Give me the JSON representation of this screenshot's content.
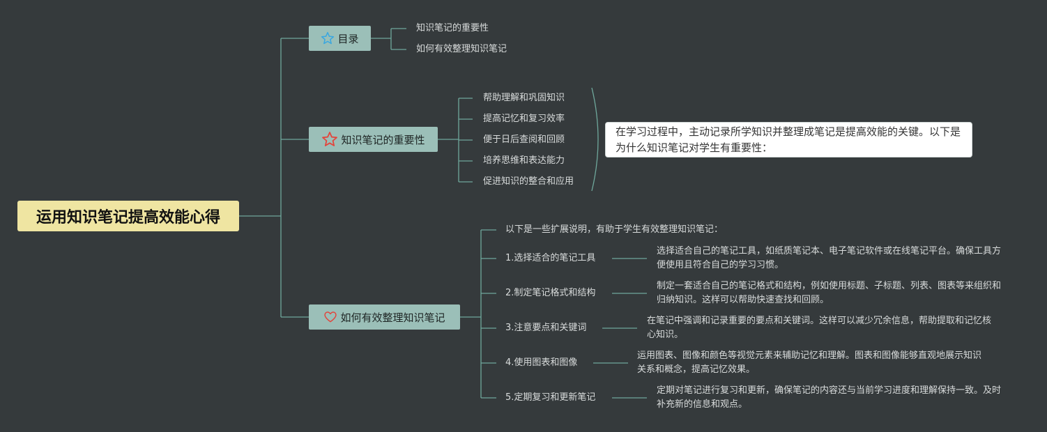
{
  "root": {
    "title": "运用知识笔记提高效能心得"
  },
  "branches": {
    "toc": {
      "label": "目录",
      "icon": "star-outline-icon",
      "icon_color": "#3aa7e0",
      "items": [
        "知识笔记的重要性",
        "如何有效整理知识笔记"
      ]
    },
    "importance": {
      "label": "知识笔记的重要性",
      "icon": "star-outline-icon",
      "icon_color": "#e2453c",
      "items": [
        "帮助理解和巩固知识",
        "提高记忆和复习效率",
        "便于日后查阅和回顾",
        "培养思维和表达能力",
        "促进知识的整合和应用"
      ],
      "callout": "在学习过程中，主动记录所学知识并整理成笔记是提高效能的关键。以下是为什么知识笔记对学生有重要性："
    },
    "organize": {
      "label": "如何有效整理知识笔记",
      "icon": "heart-outline-icon",
      "icon_color": "#e2453c",
      "intro": "以下是一些扩展说明，有助于学生有效整理知识笔记：",
      "items": [
        {
          "title": "1.选择适合的笔记工具",
          "detail": "选择适合自己的笔记工具，如纸质笔记本、电子笔记软件或在线笔记平台。确保工具方便使用且符合自己的学习习惯。"
        },
        {
          "title": "2.制定笔记格式和结构",
          "detail": "制定一套适合自己的笔记格式和结构，例如使用标题、子标题、列表、图表等来组织和归纳知识。这样可以帮助快速查找和回顾。"
        },
        {
          "title": "3.注意要点和关键词",
          "detail": "在笔记中强调和记录重要的要点和关键词。这样可以减少冗余信息，帮助提取和记忆核心知识。"
        },
        {
          "title": "4.使用图表和图像",
          "detail": "运用图表、图像和颜色等视觉元素来辅助记忆和理解。图表和图像能够直观地展示知识关系和概念，提高记忆效果。"
        },
        {
          "title": "5.定期复习和更新笔记",
          "detail": "定期对笔记进行复习和更新，确保笔记的内容还与当前学习进度和理解保持一致。及时补充新的信息和观点。"
        }
      ]
    }
  },
  "colors": {
    "background": "#353a3c",
    "connector": "#6fa89c",
    "root_fill": "#efe5a2",
    "branch_fill": "#9bbfb8"
  }
}
